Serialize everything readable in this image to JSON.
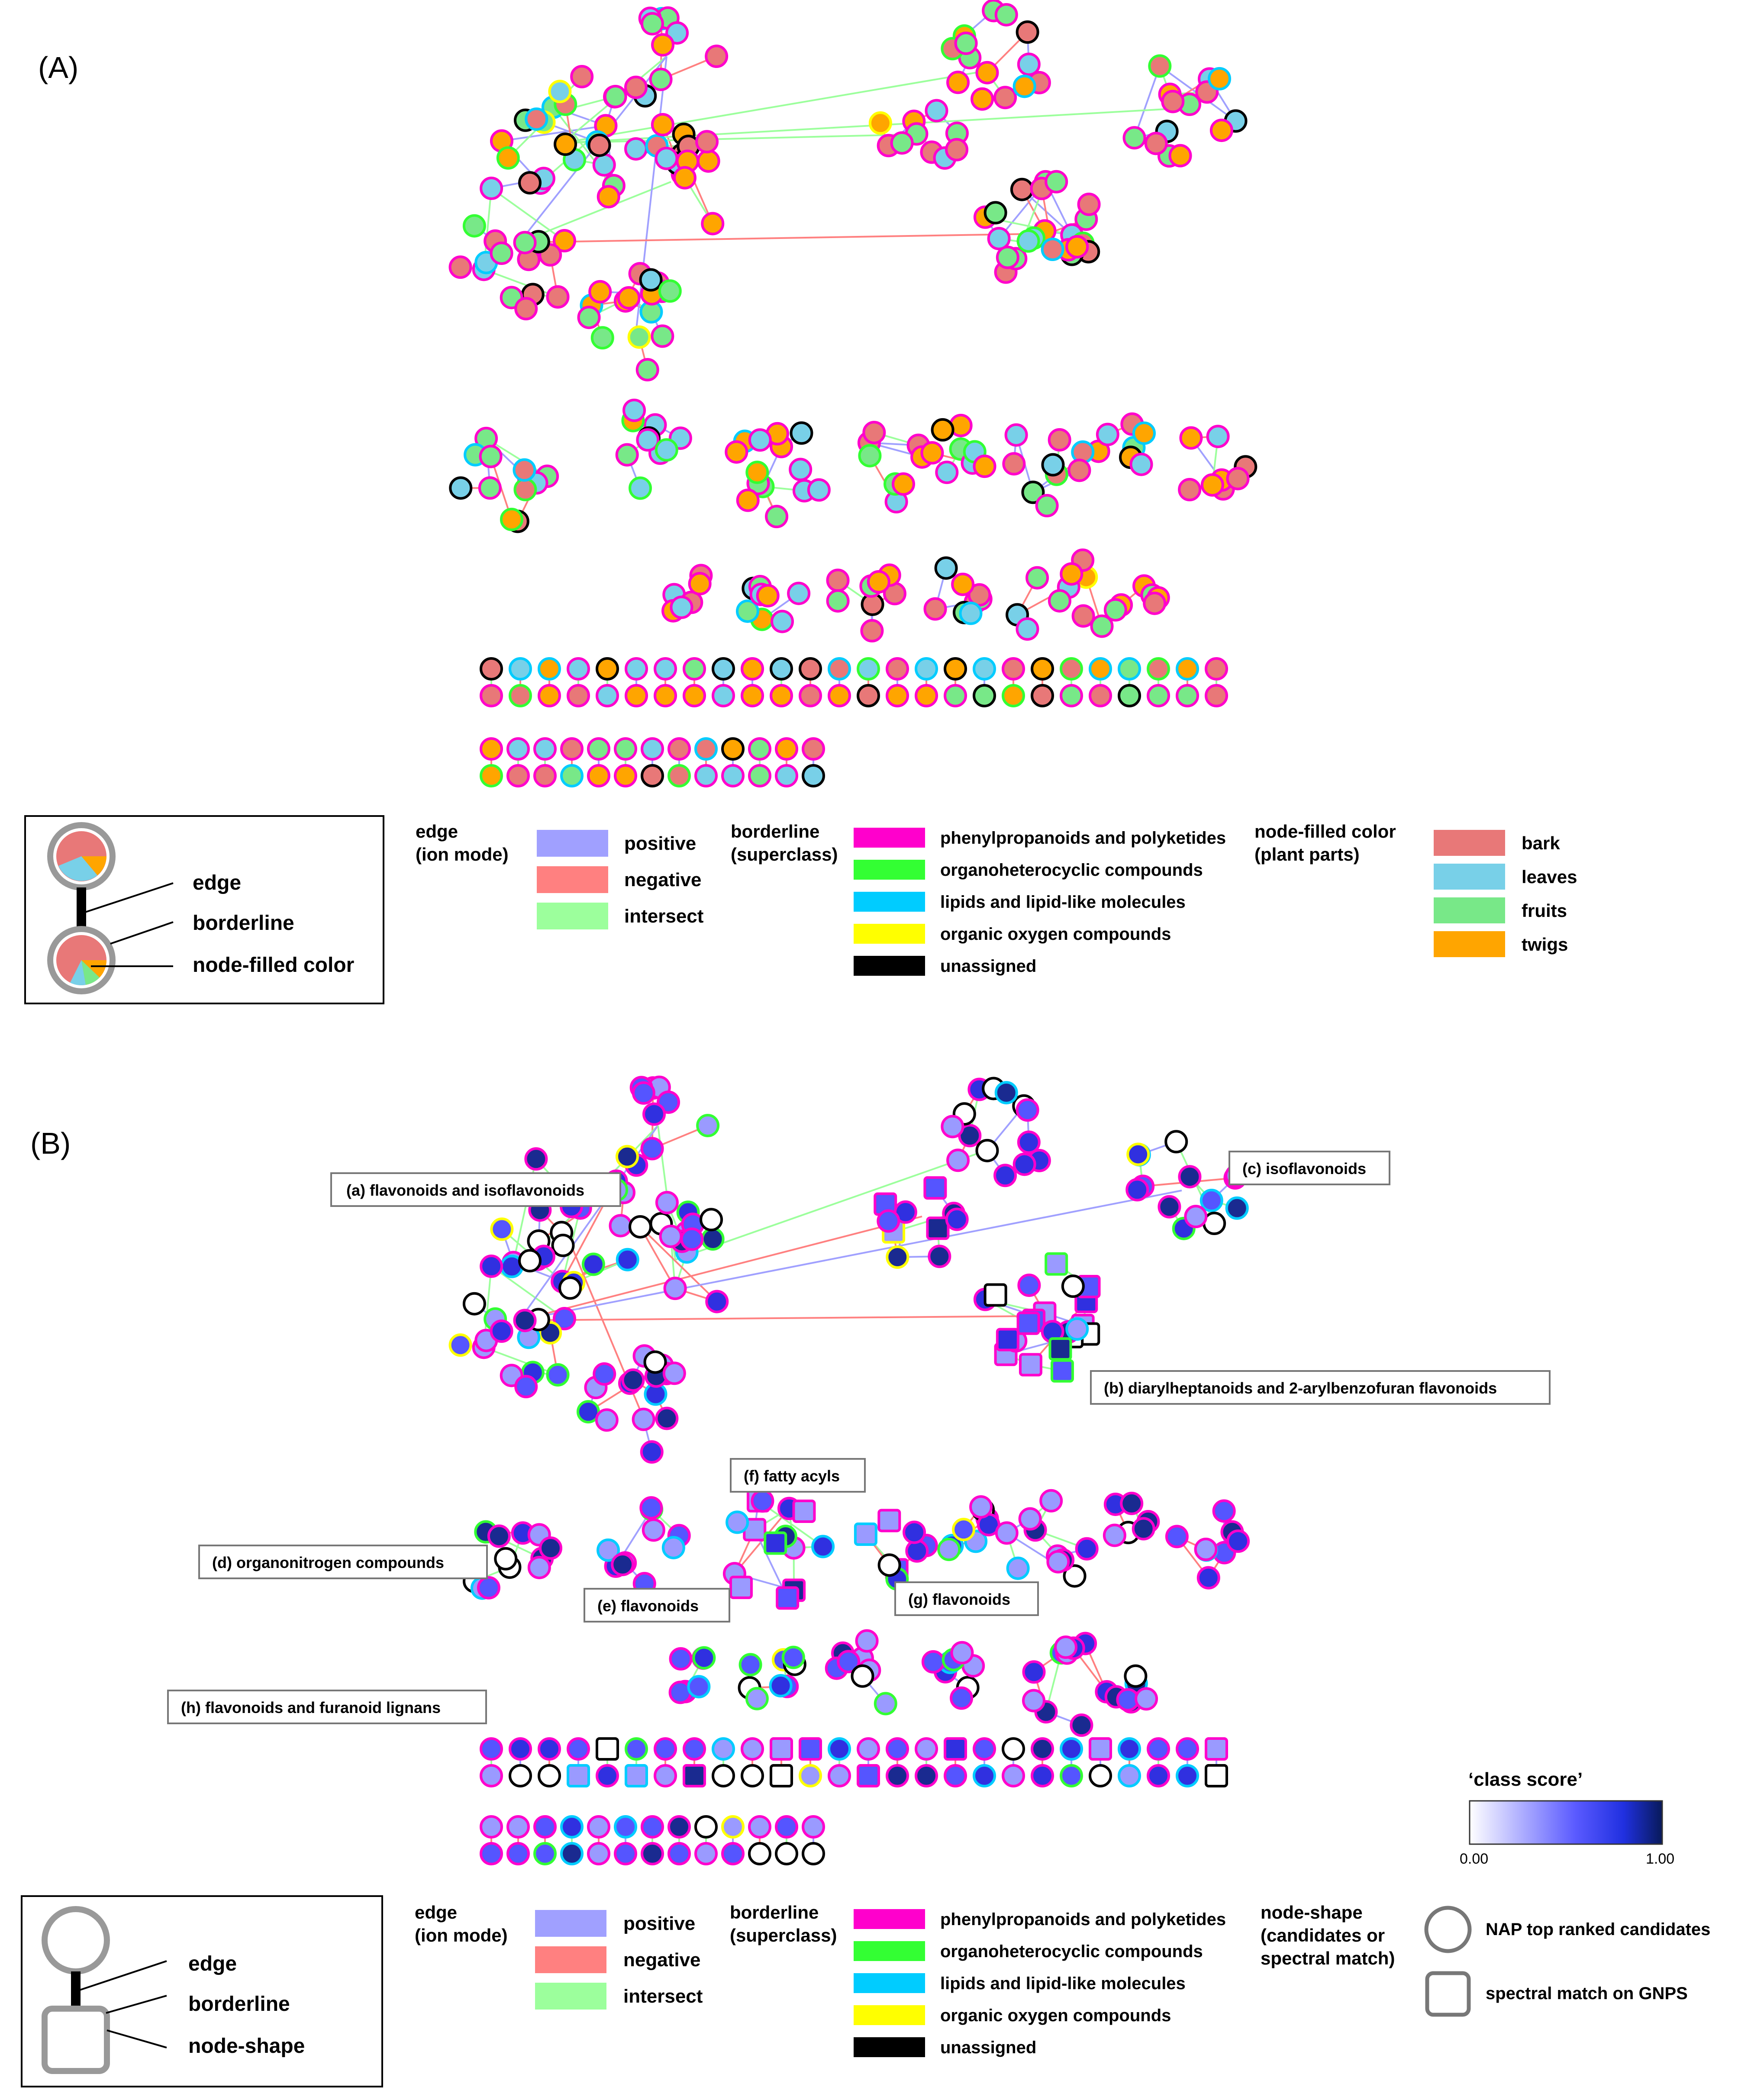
{
  "panelA": {
    "label": "(A)",
    "key": {
      "edge": "edge",
      "borderline": "borderline",
      "fill": "node-filled color"
    },
    "edge_legend": {
      "title1": "edge",
      "title2": "(ion mode)",
      "items": [
        "positive",
        "negative",
        "intersect"
      ]
    },
    "border_legend": {
      "title1": "borderline",
      "title2": "(superclass)",
      "items": [
        "phenylpropanoids and polyketides",
        "organoheterocyclic compounds",
        "lipids and lipid-like molecules",
        "organic oxygen compounds",
        "unassigned"
      ]
    },
    "fill_legend": {
      "title1": "node-filled color",
      "title2": "(plant parts)",
      "items": [
        "bark",
        "leaves",
        "fruits",
        "twigs"
      ]
    }
  },
  "panelB": {
    "label": "(B)",
    "annotations": [
      "(a) flavonoids and isoflavonoids",
      "(b) diarylheptanoids and 2-arylbenzofuran flavonoids",
      "(c) isoflavonoids",
      "(d) organonitrogen compounds",
      "(e) flavonoids",
      "(f) fatty acyls",
      "(g) flavonoids",
      "(h) flavonoids and furanoid lignans"
    ],
    "key": {
      "edge": "edge",
      "borderline": "borderline",
      "shape": "node-shape"
    },
    "edge_legend": {
      "title1": "edge",
      "title2": "(ion mode)",
      "items": [
        "positive",
        "negative",
        "intersect"
      ]
    },
    "border_legend": {
      "title1": "borderline",
      "title2": "(superclass)",
      "items": [
        "phenylpropanoids and polyketides",
        "organoheterocyclic compounds",
        "lipids and lipid-like molecules",
        "organic oxygen compounds",
        "unassigned"
      ]
    },
    "shape_legend": {
      "title1": "node-shape",
      "title2": "(candidates or",
      "title3": "spectral match)",
      "items": [
        "NAP top ranked candidates",
        "spectral match on GNPS"
      ]
    },
    "colorbar": {
      "title": "‘class score’",
      "min": "0.00",
      "max": "1.00"
    }
  },
  "colors": {
    "positive": "#a0a0ff",
    "negative": "#ff8080",
    "intersect": "#9cff9c",
    "phenylpropanoids": "#ff00cc",
    "organoheterocyclic": "#33ff33",
    "lipids": "#00ccff",
    "organic_oxygen": "#ffff00",
    "unassigned": "#000000",
    "bark": "#e87878",
    "leaves": "#78d0e8",
    "fruits": "#78e888",
    "twigs": "#ffa500"
  }
}
